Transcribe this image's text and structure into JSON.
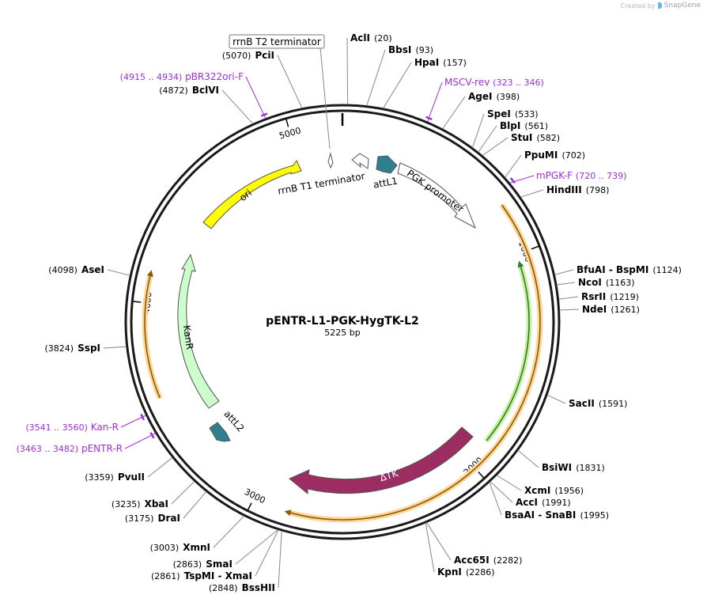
{
  "credit": {
    "prefix": "Created by",
    "brand": "SnapGene"
  },
  "plasmid": {
    "name": "pENTR-L1-PGK-HygTK-L2",
    "length_label": "5225 bp",
    "length": 5225
  },
  "ticks": [
    {
      "label": "1000",
      "pos": 1000
    },
    {
      "label": "2000",
      "pos": 2000
    },
    {
      "label": "3000",
      "pos": 3000
    },
    {
      "label": "4000",
      "pos": 4000
    },
    {
      "label": "5000",
      "pos": 5000
    }
  ],
  "sites": [
    {
      "name": "AclI",
      "pos": "(20)",
      "bp": 20,
      "label_side": "right"
    },
    {
      "name": "BbsI",
      "pos": "(93)",
      "bp": 93,
      "label_side": "right"
    },
    {
      "name": "HpaI",
      "pos": "(157)",
      "bp": 157,
      "label_side": "right"
    },
    {
      "name": "AgeI",
      "pos": "(398)",
      "bp": 398,
      "label_side": "right"
    },
    {
      "name": "SpeI",
      "pos": "(533)",
      "bp": 533,
      "label_side": "right"
    },
    {
      "name": "BlpI",
      "pos": "(561)",
      "bp": 561,
      "label_side": "right"
    },
    {
      "name": "StuI",
      "pos": "(582)",
      "bp": 582,
      "label_side": "right"
    },
    {
      "name": "PpuMI",
      "pos": "(702)",
      "bp": 702,
      "label_side": "right"
    },
    {
      "name": "HindIII",
      "pos": "(798)",
      "bp": 798,
      "label_side": "right"
    },
    {
      "name": "BfuAI  - BspMI",
      "pos": "(1124)",
      "bp": 1124,
      "label_side": "right"
    },
    {
      "name": "NcoI",
      "pos": "(1163)",
      "bp": 1163,
      "label_side": "right"
    },
    {
      "name": "RsrII",
      "pos": "(1219)",
      "bp": 1219,
      "label_side": "right"
    },
    {
      "name": "NdeI",
      "pos": "(1261)",
      "bp": 1261,
      "label_side": "right"
    },
    {
      "name": "SacII",
      "pos": "(1591)",
      "bp": 1591,
      "label_side": "right"
    },
    {
      "name": "BsiWI",
      "pos": "(1831)",
      "bp": 1831,
      "label_side": "right"
    },
    {
      "name": "XcmI",
      "pos": "(1956)",
      "bp": 1956,
      "label_side": "right"
    },
    {
      "name": "AccI",
      "pos": "(1991)",
      "bp": 1991,
      "label_side": "right"
    },
    {
      "name": "BsaAI  - SnaBI",
      "pos": "(1995)",
      "bp": 1995,
      "label_side": "right"
    },
    {
      "name": "Acc65I",
      "pos": "(2282)",
      "bp": 2282,
      "label_side": "right"
    },
    {
      "name": "KpnI",
      "pos": "(2286)",
      "bp": 2286,
      "label_side": "right"
    },
    {
      "name": "BssHII",
      "pos": "(2848)",
      "bp": 2848,
      "label_side": "left"
    },
    {
      "name": "TspMI  - XmaI",
      "pos": "(2861)",
      "bp": 2861,
      "label_side": "left"
    },
    {
      "name": "SmaI",
      "pos": "(2863)",
      "bp": 2863,
      "label_side": "left"
    },
    {
      "name": "XmnI",
      "pos": "(3003)",
      "bp": 3003,
      "label_side": "left"
    },
    {
      "name": "DraI",
      "pos": "(3175)",
      "bp": 3175,
      "label_side": "left"
    },
    {
      "name": "XbaI",
      "pos": "(3235)",
      "bp": 3235,
      "label_side": "left"
    },
    {
      "name": "PvuII",
      "pos": "(3359)",
      "bp": 3359,
      "label_side": "left"
    },
    {
      "name": "SspI",
      "pos": "(3824)",
      "bp": 3824,
      "label_side": "left"
    },
    {
      "name": "AseI",
      "pos": "(4098)",
      "bp": 4098,
      "label_side": "left"
    },
    {
      "name": "BclVI",
      "pos": "(4872)",
      "bp": 4872,
      "label_side": "left"
    },
    {
      "name": "PciI",
      "pos": "(5070)",
      "bp": 5070,
      "label_side": "left"
    }
  ],
  "primers": [
    {
      "name": "MSCV-rev",
      "range": "(323 .. 346)",
      "bp": 334,
      "label_side": "right"
    },
    {
      "name": "mPGK-F",
      "range": "(720 .. 739)",
      "bp": 730,
      "label_side": "right"
    },
    {
      "name": "Kan-R",
      "range": "(3541 .. 3560)",
      "bp": 3550,
      "label_side": "left"
    },
    {
      "name": "pENTR-R",
      "range": "(3463 .. 3482)",
      "bp": 3472,
      "label_side": "left"
    },
    {
      "name": "pBR322ori-F",
      "range": "(4915 .. 4934)",
      "bp": 4925,
      "label_side": "left"
    }
  ],
  "features": [
    {
      "name": "attL1",
      "type": "att",
      "color": "#2f7f8f"
    },
    {
      "name": "attL2",
      "type": "att",
      "color": "#2f7f8f"
    },
    {
      "name": "PGK promoter",
      "type": "promoter",
      "color": "#ffffff"
    },
    {
      "name": "ΔTK",
      "type": "cds",
      "color": "#9b2d62"
    },
    {
      "name": "KanR",
      "type": "cds",
      "color": "#ccffcc"
    },
    {
      "name": "ori",
      "type": "origin",
      "color": "#ffff00"
    },
    {
      "name": "rrnB T1 terminator",
      "type": "terminator",
      "color": "#ffffff"
    },
    {
      "name": "rrnB T2 terminator",
      "type": "terminator",
      "color": "#ffffff"
    }
  ],
  "colors": {
    "backbone": "#1a1a1a",
    "primer": "#9b30d9",
    "orf_line": "#8a5a00",
    "orf_glow": "#ffd699",
    "green_orf": "#2e7d2e",
    "green_glow": "#c8f0a0",
    "feature_outline": "#555555"
  }
}
